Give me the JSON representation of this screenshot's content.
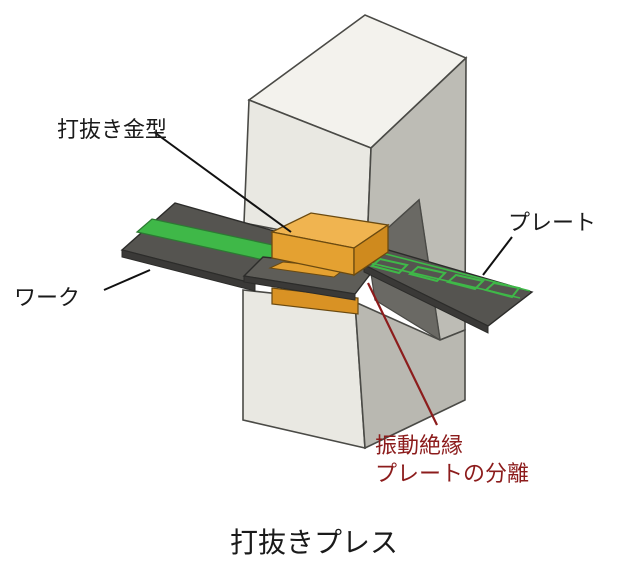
{
  "labels": {
    "die": "打抜き金型",
    "plate": "プレート",
    "work": "ワーク",
    "separation_line1": "振動絶縁",
    "separation_line2": "プレートの分離"
  },
  "caption": "打抜きプレス",
  "colors": {
    "frame_front": "#e9e8e2",
    "frame_top": "#f3f2ed",
    "frame_side": "#b9b8b1",
    "die": "#e4a131",
    "plate": "#4d4c49",
    "work": "#3fb848",
    "accent_red": "#8c1c1c"
  }
}
